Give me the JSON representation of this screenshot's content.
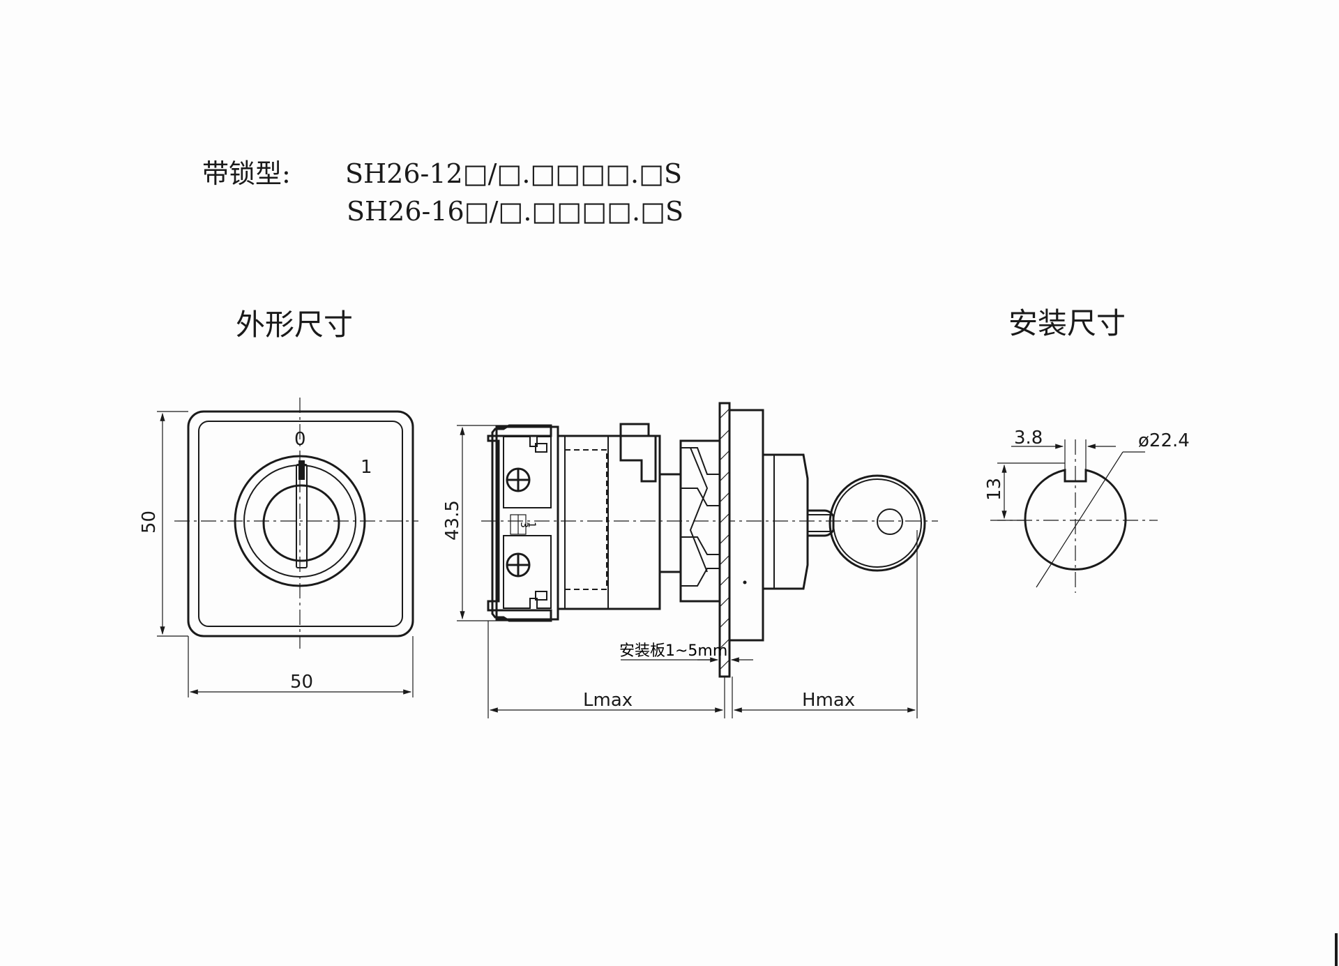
{
  "header": {
    "type_label": "带锁型:",
    "model_1": "SH26-12□/□.□□□□.□S",
    "model_2": "SH26-16□/□.□□□□.□S"
  },
  "sections": {
    "outline_title": "外形尺寸",
    "install_title": "安装尺寸"
  },
  "front_view": {
    "pos_0": "0",
    "pos_1": "1",
    "dim_height": "50",
    "dim_width": "50"
  },
  "side_view": {
    "dim_body_height": "43.5",
    "terminal_top": "1",
    "terminal_bottom": "3",
    "panel_label": "安装板1~5mm",
    "dim_lmax": "Lmax",
    "dim_hmax": "Hmax"
  },
  "mount_view": {
    "dim_key_width": "3.8",
    "dim_diameter": "ø22.4",
    "dim_offset": "13"
  }
}
